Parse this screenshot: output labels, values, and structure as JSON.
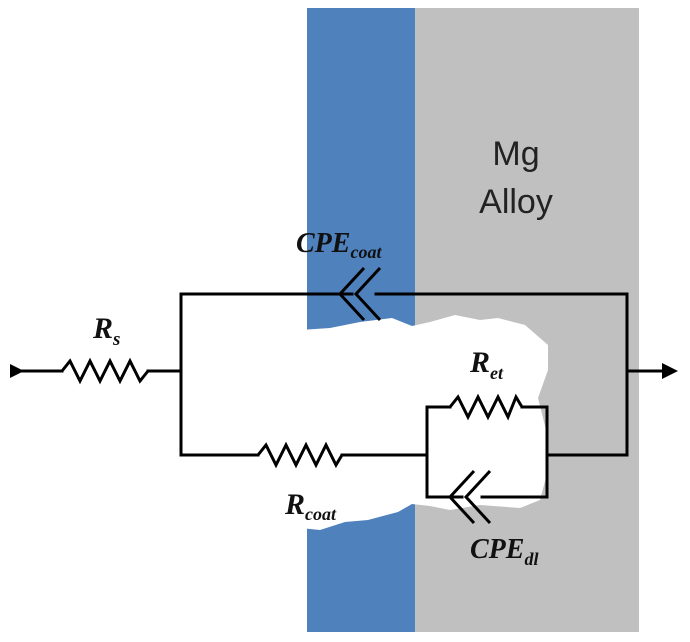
{
  "layers": {
    "coating_color": "#4f81bd",
    "alloy_color": "#c0c0c0",
    "pore_color": "#ffffff",
    "alloy_label_line1": "Mg",
    "alloy_label_line2": "Alloy"
  },
  "components": {
    "rs": {
      "base": "R",
      "sub": "s"
    },
    "cpe_coat": {
      "base": "CPE",
      "sub": "coat"
    },
    "r_coat": {
      "base": "R",
      "sub": "coat"
    },
    "r_et": {
      "base": "R",
      "sub": "et"
    },
    "cpe_dl": {
      "base": "CPE",
      "sub": "dl"
    }
  }
}
